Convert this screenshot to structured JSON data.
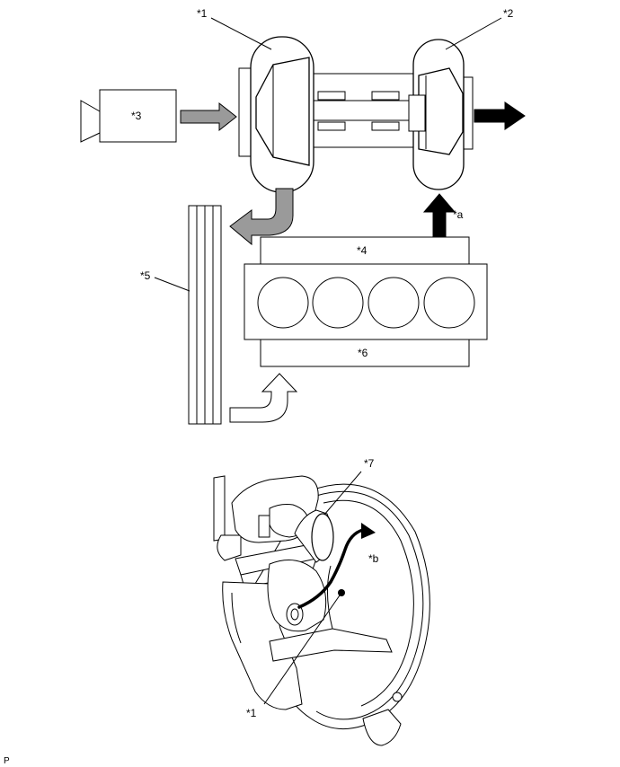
{
  "diagram": {
    "labels": {
      "turbine_housing": "*1",
      "compressor_housing": "*2",
      "air_intake_unit": "*3",
      "upper_block": "*4",
      "intercooler": "*5",
      "lower_block": "*6",
      "detail_spot": "*7",
      "exhaust_to_turbo": "*a",
      "detail_arrow": "*b",
      "detail_pointer": "*1"
    },
    "footer_mark": "P"
  }
}
